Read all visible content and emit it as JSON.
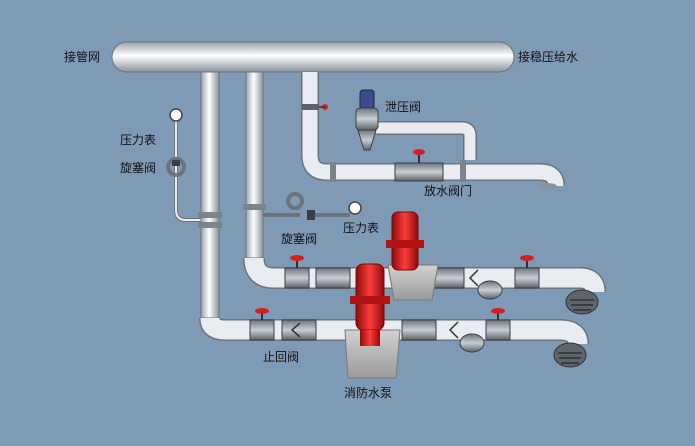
{
  "labels": {
    "network_pipe": "接管网",
    "stabilizer_supply": "接稳压给水",
    "relief_valve": "泄压阀",
    "pressure_gauge_left": "压力表",
    "cock_valve_left": "旋塞阀",
    "drain_valve": "放水阀门",
    "cock_valve_mid": "旋塞阀",
    "pressure_gauge_mid": "压力表",
    "check_valve": "止回阀",
    "fire_pump": "消防水泵"
  },
  "colors": {
    "background": "#7f9ab4",
    "pipe_light": "#f4f6f8",
    "pipe_dark": "#9aa3ad",
    "valve_red": "#d81e1e",
    "pump_red": "#e3262a",
    "base_gray": "#b8b8b8"
  }
}
